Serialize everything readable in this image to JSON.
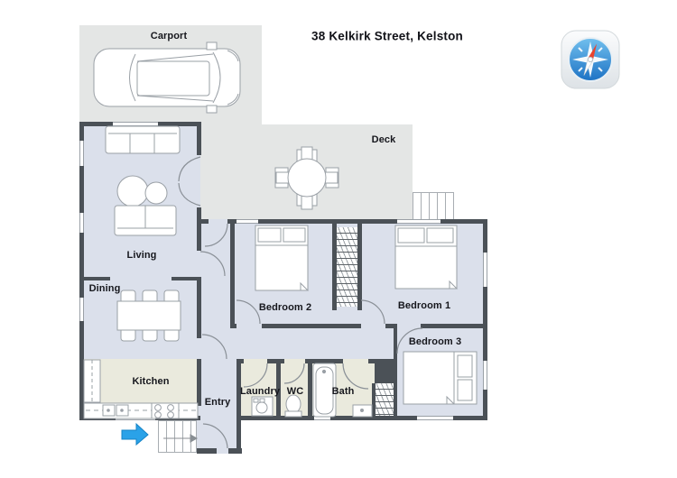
{
  "title": "38 Kelkirk Street, Kelston",
  "labels": {
    "carport": "Carport",
    "deck": "Deck",
    "living": "Living",
    "dining": "Dining",
    "kitchen": "Kitchen",
    "entry": "Entry",
    "laundry": "Laundry",
    "wc": "WC",
    "bath": "Bath",
    "bedroom1": "Bedroom 1",
    "bedroom2": "Bedroom 2",
    "bedroom3": "Bedroom 3"
  },
  "icons": {
    "compass": "compass",
    "direction_arrow": "direction-arrow"
  },
  "colors": {
    "wall": "#4b5157",
    "floor_room": "#dbe0eb",
    "floor_outdoor": "#e4e6e5",
    "floor_wet": "#eaeadd",
    "arrow": "#2aa2e8"
  }
}
